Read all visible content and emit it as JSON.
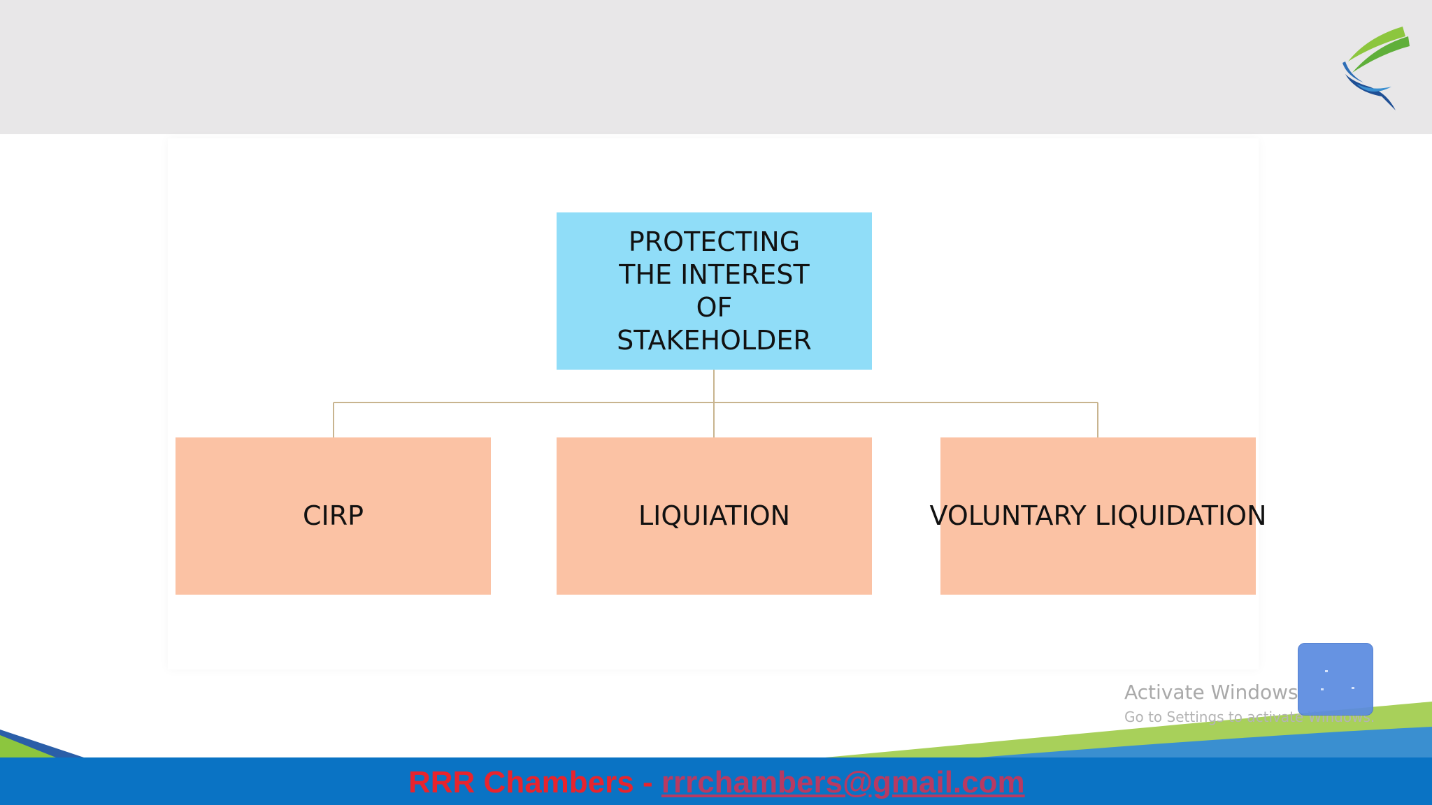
{
  "diagram": {
    "root": {
      "label": "PROTECTING THE INTEREST OF STAKEHOLDER"
    },
    "children": [
      {
        "label": "CIRP"
      },
      {
        "label": "LIQUIATION"
      },
      {
        "label": "VOLUNTARY LIQUIDATION"
      }
    ]
  },
  "footer": {
    "name": "RRR Chambers",
    "separator": " - ",
    "email": "rrrchambers@gmail.com"
  },
  "watermark": {
    "title": "Activate Windows",
    "subtitle": "Go to Settings to activate Windows."
  },
  "colors": {
    "root_box": "#90ddf8",
    "child_box": "#fbc2a4",
    "connector": "#c8b48f",
    "footer_bar": "#0a73c4",
    "footer_name": "#e8242d"
  },
  "icons": {
    "logo": "bird-logo-icon",
    "floating_button": "floating-action-button"
  }
}
